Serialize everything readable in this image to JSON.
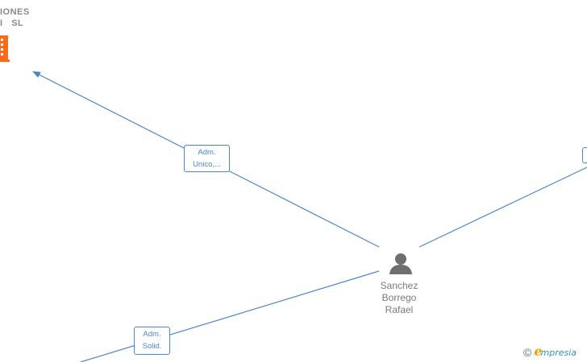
{
  "company": {
    "name_line1": "IONES",
    "name_line2": "I   SL",
    "icon": "building-icon",
    "icon_color": "#ff6a1a"
  },
  "person": {
    "name_lines": [
      "Sanchez",
      "Borrego",
      "Rafael"
    ],
    "icon": "person-icon",
    "icon_color": "#6e6e6e"
  },
  "edges": [
    {
      "label_lines": [
        "Adm.",
        "Unico,..."
      ]
    },
    {
      "label_lines": [
        "Adm.",
        "Solid."
      ]
    },
    {
      "label_lines": [
        "",
        ""
      ]
    }
  ],
  "colors": {
    "edge": "#4a86d0",
    "node_text": "#7a7a7a"
  },
  "watermark": {
    "symbol": "©",
    "brand_initial": "e",
    "brand_rest": "mpresia"
  }
}
